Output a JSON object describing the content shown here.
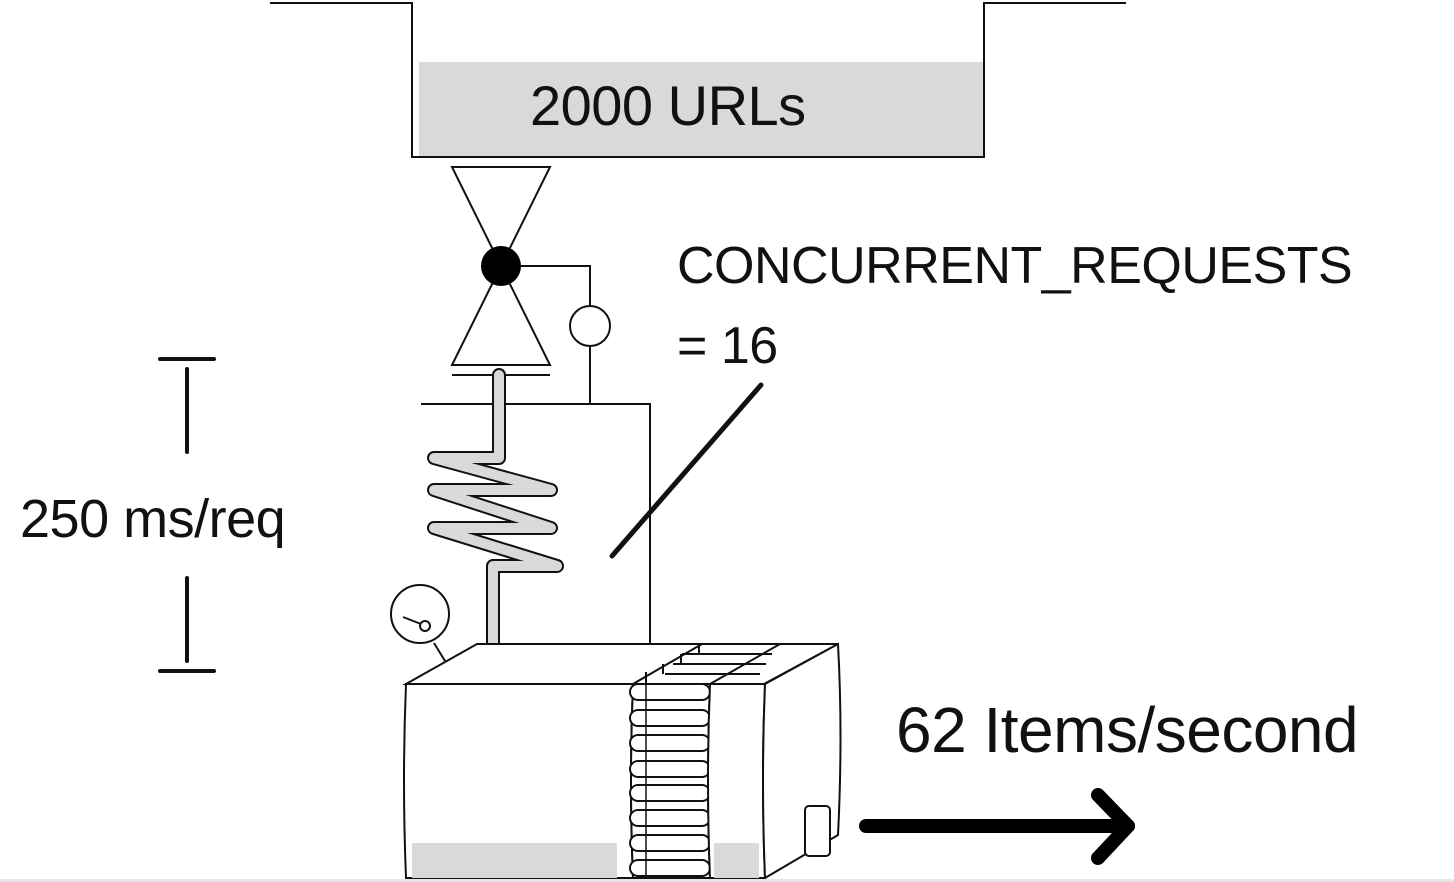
{
  "labels": {
    "hopper": "2000 URLs",
    "concurrency_name": "CONCURRENT_REQUESTS",
    "concurrency_value": "= 16",
    "latency": "250 ms/req",
    "throughput": "62 Items/second"
  },
  "values": {
    "url_count": 2000,
    "concurrent_requests": 16,
    "latency_ms_per_request": 250,
    "throughput_items_per_second": 62
  },
  "icons": {
    "valve": "valve-icon",
    "pressure_gauge": "gauge-icon",
    "output_arrow": "arrow-right-icon",
    "machine": "machine-icon",
    "coil": "coil-pipe-icon"
  },
  "colors": {
    "stroke": "#111111",
    "fill_gray": "#d9d9d9",
    "background": "#ffffff"
  }
}
